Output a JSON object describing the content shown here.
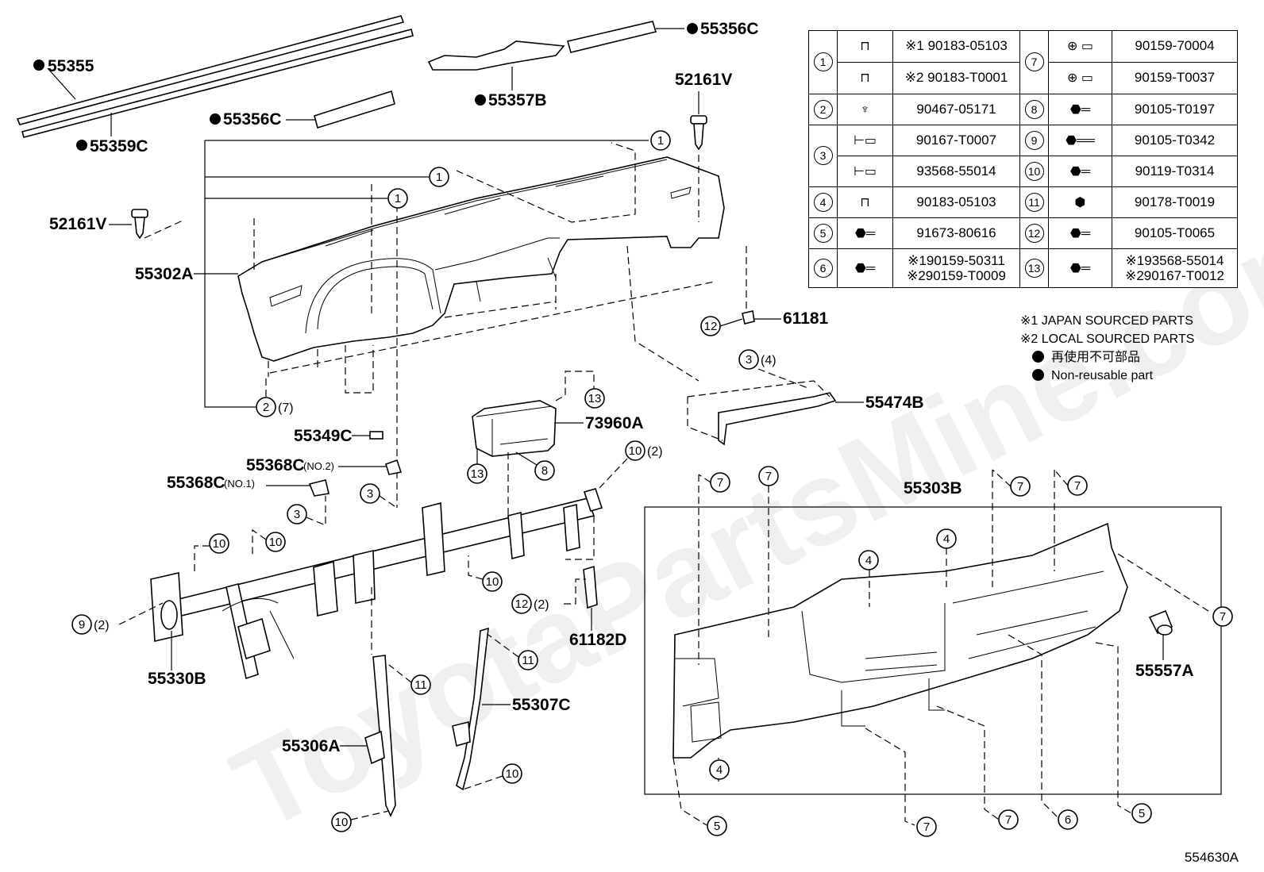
{
  "watermark": "ToyotaPartsMine.com",
  "drawing_code": "554630A",
  "part_labels": {
    "p55355": "55355",
    "p55359C": "55359C",
    "p55357B": "55357B",
    "p55356C_top": "55356C",
    "p55356C_mid": "55356C",
    "p52161V_left": "52161V",
    "p52161V_right": "52161V",
    "p55302A": "55302A",
    "p61181": "61181",
    "p55474B": "55474B",
    "p55349C": "55349C",
    "p55368C_no2": "55368C",
    "p55368C_no2_sub": "(NO.2)",
    "p55368C_no1": "55368C",
    "p55368C_no1_sub": "(NO.1)",
    "p73960A": "73960A",
    "p55303B": "55303B",
    "p55330B": "55330B",
    "p61182D": "61182D",
    "p55307C": "55307C",
    "p55306A": "55306A",
    "p55557A": "55557A"
  },
  "callouts": {
    "c1a": "1",
    "c1b": "1",
    "c1c": "1",
    "c2": "2",
    "c2_qty": "(7)",
    "c3a": "3",
    "c3b": "3",
    "c3c": "3",
    "c3c_qty": "(4)",
    "c4a": "4",
    "c4b": "4",
    "c4c": "4",
    "c5a": "5",
    "c5b": "5",
    "c6": "6",
    "c7a": "7",
    "c7b": "7",
    "c7c": "7",
    "c7d": "7",
    "c7e": "7",
    "c7f": "7",
    "c7g": "7",
    "c8": "8",
    "c9": "9",
    "c9_qty": "(2)",
    "c10a": "10",
    "c10a_qty": "(2)",
    "c10b": "10",
    "c10c": "10",
    "c10d": "10",
    "c10e": "10",
    "c10f": "10",
    "c11a": "11",
    "c11b": "11",
    "c12a": "12",
    "c12b": "12",
    "c12b_qty": "(2)",
    "c13a": "13",
    "c13b": "13"
  },
  "fastener_table": {
    "left_rows": [
      {
        "ref": "1",
        "icon": "u-nut-icon",
        "lines": [
          "※1 90183-05103"
        ]
      },
      {
        "ref": "",
        "icon": "u-nut-icon",
        "lines": [
          "※2 90183-T0001"
        ]
      },
      {
        "ref": "2",
        "icon": "clip-icon",
        "lines": [
          "90467-05171"
        ]
      },
      {
        "ref": "3",
        "icon": "screw-icon",
        "lines": [
          "90167-T0007"
        ]
      },
      {
        "ref": "",
        "icon": "screw-icon",
        "lines": [
          "93568-55014"
        ]
      },
      {
        "ref": "4",
        "icon": "u-nut-icon",
        "lines": [
          "90183-05103"
        ]
      },
      {
        "ref": "5",
        "icon": "bolt-icon",
        "lines": [
          "91673-80616"
        ]
      },
      {
        "ref": "6",
        "icon": "bolt-icon",
        "lines": [
          "※190159-50311",
          "※290159-T0009"
        ]
      }
    ],
    "right_rows": [
      {
        "ref": "7",
        "icon": "washer-screw-icon",
        "lines": [
          "90159-70004"
        ]
      },
      {
        "ref": "",
        "icon": "washer-screw-icon",
        "lines": [
          "90159-T0037"
        ]
      },
      {
        "ref": "8",
        "icon": "bolt-icon",
        "lines": [
          "90105-T0197"
        ]
      },
      {
        "ref": "9",
        "icon": "bolt-icon",
        "lines": [
          "90105-T0342"
        ]
      },
      {
        "ref": "10",
        "icon": "bolt-icon",
        "lines": [
          "90119-T0314"
        ]
      },
      {
        "ref": "11",
        "icon": "nut-icon",
        "lines": [
          "90178-T0019"
        ]
      },
      {
        "ref": "12",
        "icon": "bolt-icon",
        "lines": [
          "90105-T0065"
        ]
      },
      {
        "ref": "13",
        "icon": "bolt-icon",
        "lines": [
          "※193568-55014",
          "※290167-T0012"
        ]
      }
    ]
  },
  "notes": {
    "n1": "※1  JAPAN SOURCED PARTS",
    "n2": "※2  LOCAL SOURCED PARTS",
    "n3": "再使用不可部品",
    "n4": "Non-reusable part"
  }
}
